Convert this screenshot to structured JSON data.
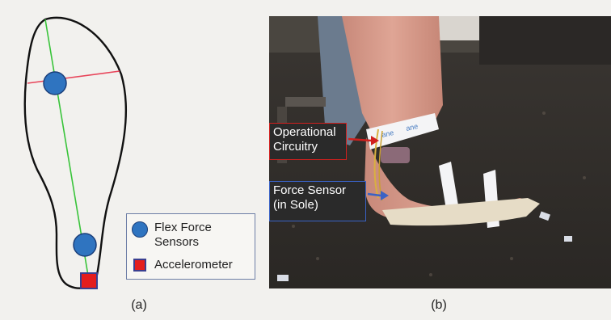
{
  "figure": {
    "panel_a": {
      "caption": "(a)",
      "legend": {
        "items": [
          {
            "label_line1": "Flex Force",
            "label_line2": "Sensors",
            "symbol": "circle",
            "color": "#2f74c0"
          },
          {
            "label_line1": "Accelerometer",
            "symbol": "square",
            "color": "#e41d1d"
          }
        ]
      },
      "colors": {
        "long_axis": "#39c43a",
        "cross_axis": "#e8455a",
        "outline": "#111111"
      }
    },
    "panel_b": {
      "caption": "(b)",
      "callouts": {
        "circuitry": {
          "line1": "Operational",
          "line2": "Circuitry",
          "border_color": "#d0201e"
        },
        "force_sensor": {
          "line1": "Force Sensor",
          "line2": "(in Sole)",
          "border_color": "#3a62c4"
        }
      }
    }
  }
}
